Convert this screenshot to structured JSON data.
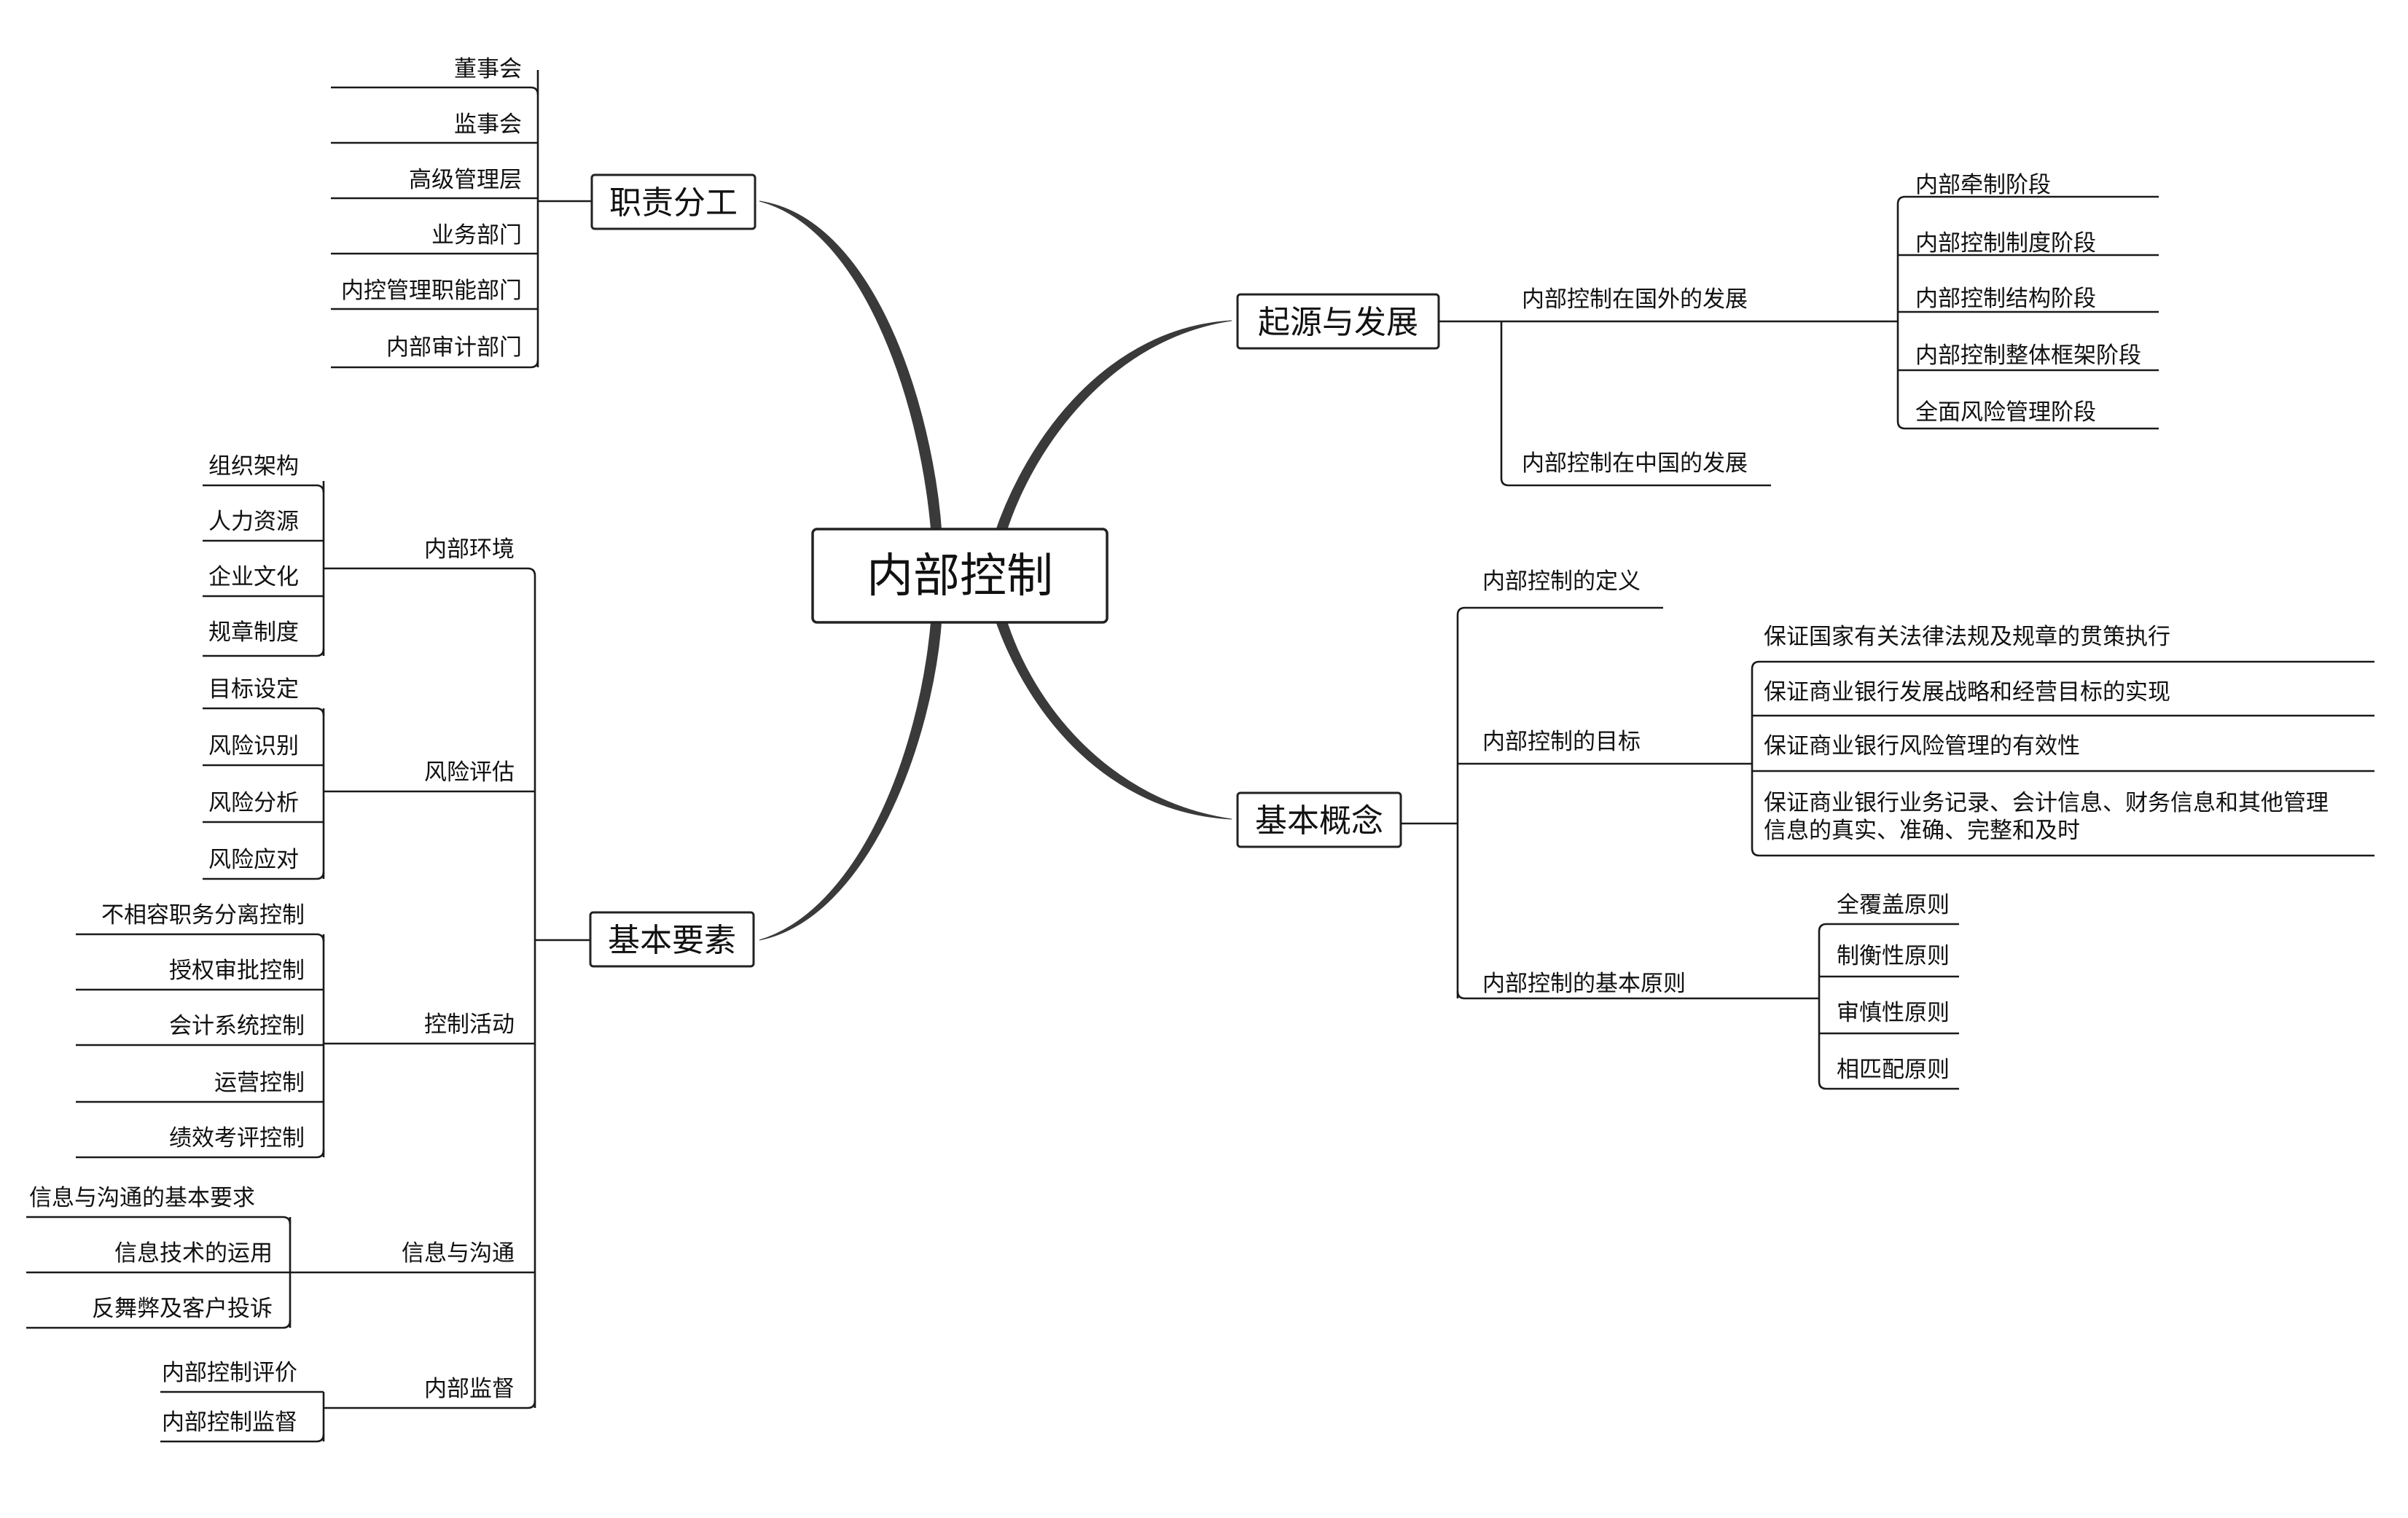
{
  "diagram": {
    "root": "内部控制",
    "branches": {
      "duties": {
        "title": "职责分工",
        "items": [
          "董事会",
          "监事会",
          "高级管理层",
          "业务部门",
          "内控管理职能部门",
          "内部审计部门"
        ]
      },
      "elements": {
        "title": "基本要素",
        "groups": [
          {
            "label": "内部环境",
            "items": [
              "组织架构",
              "人力资源",
              "企业文化",
              "规章制度"
            ]
          },
          {
            "label": "风险评估",
            "items": [
              "目标设定",
              "风险识别",
              "风险分析",
              "风险应对"
            ]
          },
          {
            "label": "控制活动",
            "items": [
              "不相容职务分离控制",
              "授权审批控制",
              "会计系统控制",
              "运营控制",
              "绩效考评控制"
            ]
          },
          {
            "label": "信息与沟通",
            "items": [
              "信息与沟通的基本要求",
              "信息技术的运用",
              "反舞弊及客户投诉"
            ]
          },
          {
            "label": "内部监督",
            "items": [
              "内部控制评价",
              "内部控制监督"
            ]
          }
        ]
      },
      "origin": {
        "title": "起源与发展",
        "foreign": {
          "label": "内部控制在国外的发展",
          "items": [
            "内部牵制阶段",
            "内部控制制度阶段",
            "内部控制结构阶段",
            "内部控制整体框架阶段",
            "全面风险管理阶段"
          ]
        },
        "china": {
          "label": "内部控制在中国的发展"
        }
      },
      "concepts": {
        "title": "基本概念",
        "definition": {
          "label": "内部控制的定义"
        },
        "goals": {
          "label": "内部控制的目标",
          "items": [
            "保证国家有关法律法规及规章的贯策执行",
            "保证商业银行发展战略和经营目标的实现",
            "保证商业银行风险管理的有效性",
            "保证商业银行业务记录、会计信息、财务信息和其他管理",
            "信息的真实、准确、完整和及时"
          ]
        },
        "principles": {
          "label": "内部控制的基本原则",
          "items": [
            "全覆盖原则",
            "制衡性原则",
            "审慎性原则",
            "相匹配原则"
          ]
        }
      }
    }
  }
}
